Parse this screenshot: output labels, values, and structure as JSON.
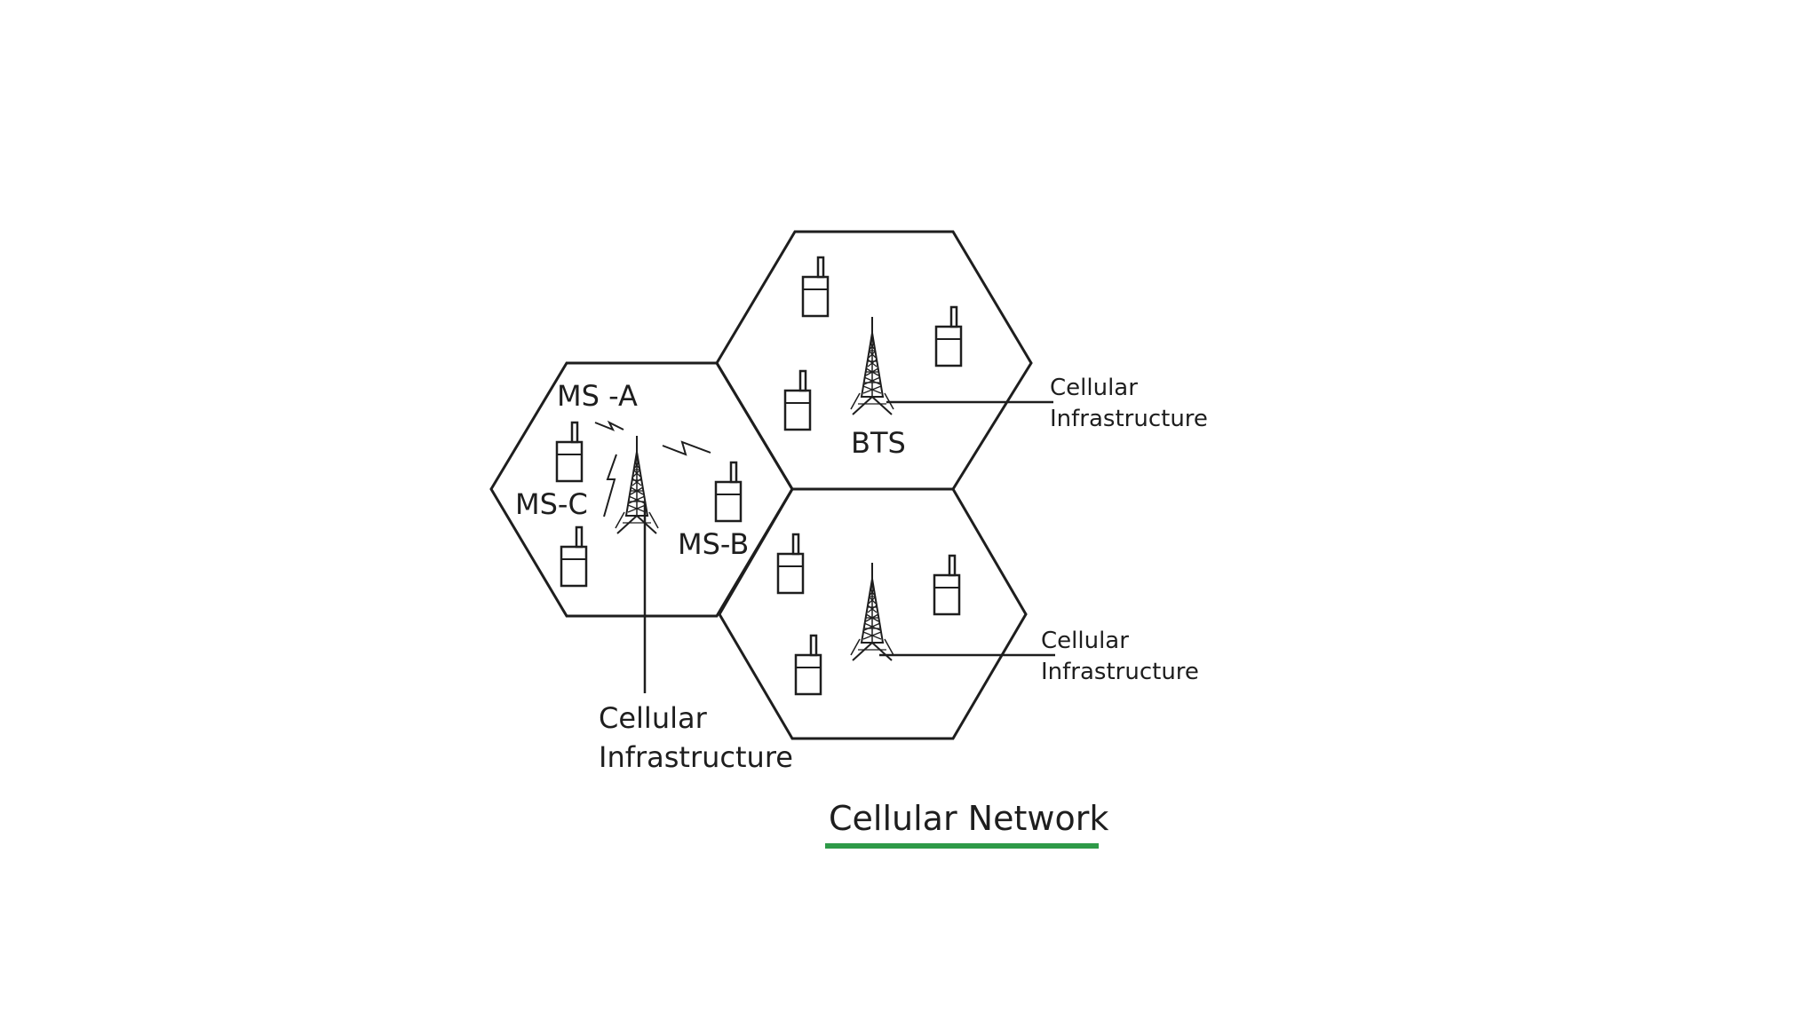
{
  "diagram": {
    "title": "Cellular Network",
    "title_underline_color": "#2e9a48",
    "line_color": "#1e1e1e",
    "icons": {
      "tower": "cell-tower-icon",
      "phone": "mobile-phone-icon",
      "signal": "lightning-signal-icon"
    },
    "labels": {
      "ms_a": "MS -A",
      "ms_b": "MS-B",
      "ms_c": "MS-C",
      "bts": "BTS",
      "infra_line1": "Cellular",
      "infra_line2": "Infrastructure"
    }
  }
}
